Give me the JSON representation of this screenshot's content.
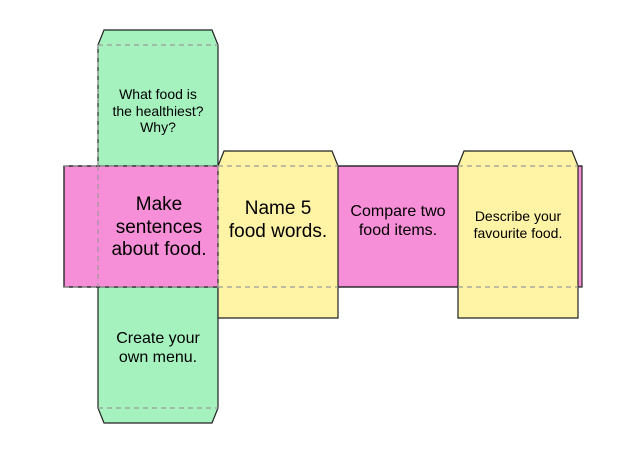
{
  "colors": {
    "green": "#a6f2bf",
    "pink": "#f68fd7",
    "yellow": "#fff3a6",
    "outline": "#222222",
    "fold_line": "#9a9a9a"
  },
  "faces": {
    "top_green": "What food is the healthiest? Why?",
    "make_sentences": "Make sentences about food.",
    "name_words": "Name 5 food words.",
    "compare": "Compare two food items.",
    "describe": "Describe your favourite food.",
    "create_menu": "Create your own menu."
  }
}
